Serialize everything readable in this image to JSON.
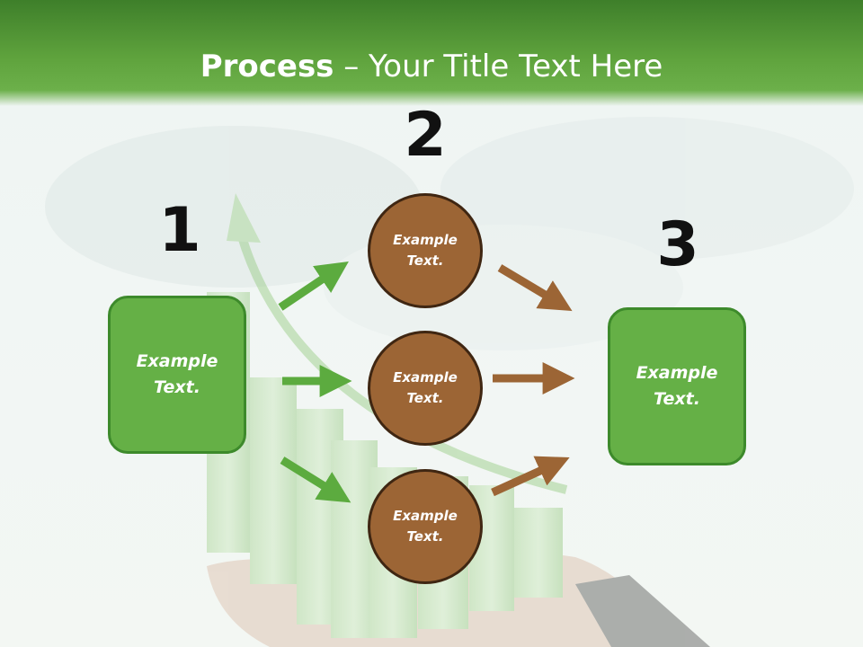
{
  "header": {
    "title_bold": "Process",
    "title_rest": " – Your Title Text Here"
  },
  "steps": {
    "one": "1",
    "two": "2",
    "three": "3"
  },
  "boxes": {
    "left": "Example\nText.",
    "right": "Example\nText."
  },
  "circles": {
    "top": "Example\nText.",
    "middle": "Example\nText.",
    "bottom": "Example\nText."
  },
  "colors": {
    "green": "#65b046",
    "green_dark": "#3d8a2b",
    "brown": "#9c6535",
    "brown_dark": "#3f2612",
    "arrow_green": "#5cab3f",
    "arrow_brown": "#9c6535"
  }
}
